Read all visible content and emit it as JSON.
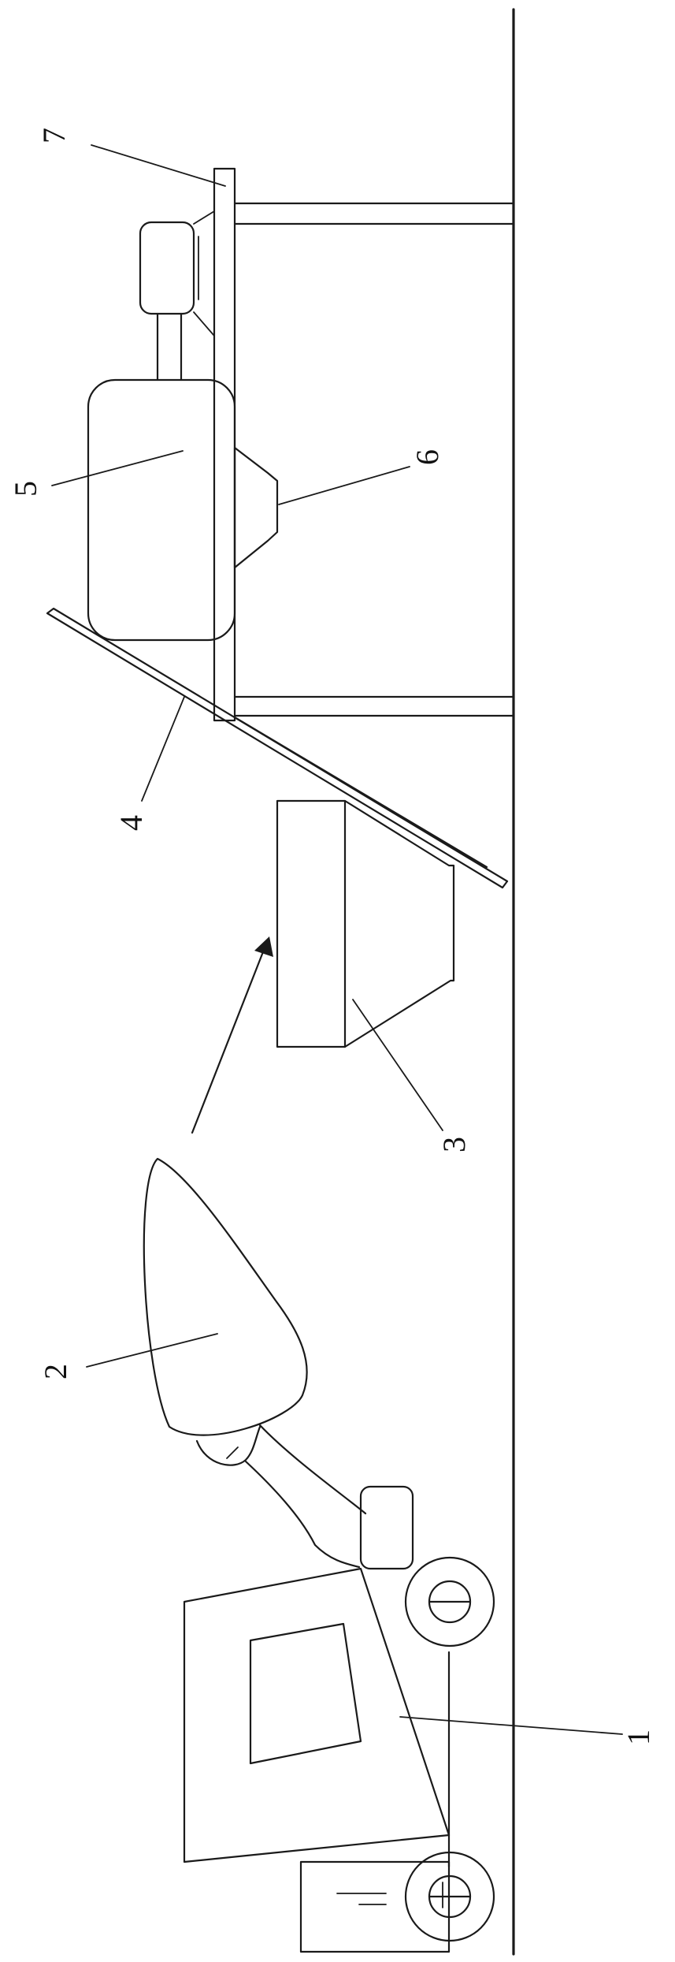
{
  "labels": {
    "l1": "1",
    "l2": "2",
    "l3": "3",
    "l4": "4",
    "l5": "5",
    "l6": "6",
    "l7": "7"
  },
  "colors": {
    "stroke": "#1a1a1a",
    "background": "#ffffff"
  }
}
